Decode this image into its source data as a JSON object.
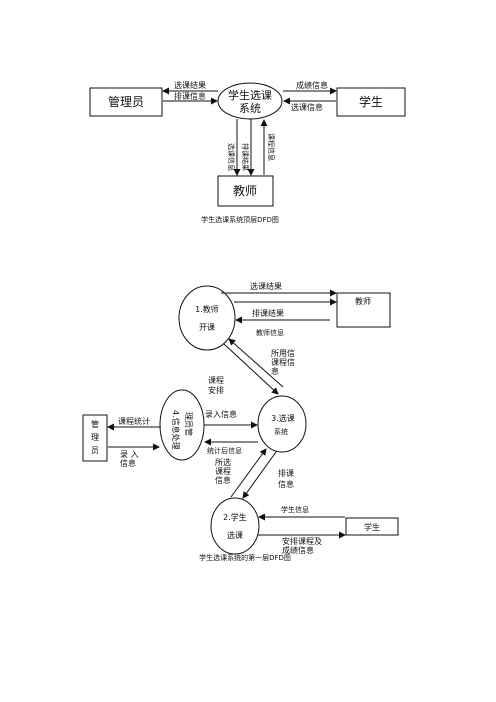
{
  "diagram1": {
    "caption": "学生选课系统顶层DFD图",
    "process": {
      "line1": "学生选课",
      "line2": "系统"
    },
    "admin": "管理员",
    "student": "学生",
    "teacher": "教师",
    "flows": {
      "result_to_admin": "选课结果",
      "schedule_from_admin": "排课信息",
      "grade_from_student": "成绩信息",
      "select_to_student": "选课信息",
      "select_down": "选课信息",
      "schedule_result_down": "排课结果",
      "course_info_up": "课程信息"
    }
  },
  "diagram2": {
    "caption": "学生选课系统的第一层DFD图",
    "p1": {
      "line1": "1.教师",
      "line2": "开课"
    },
    "p2": {
      "line1": "2.学生",
      "line2": "选课"
    },
    "p3": {
      "line1": "3.选课",
      "line2": "系统"
    },
    "p4": {
      "line1": "4.信息处理",
      "line2": "理员管"
    },
    "teacher": "教师",
    "student": "学生",
    "admin": {
      "line1": "管",
      "line2": "理",
      "line3": "员"
    },
    "flows": {
      "select_result": "选课结果",
      "schedule_result": "排课结果",
      "teacher_info": "教师信息",
      "course_info_a": "所用信",
      "course_info_b": "课程信",
      "course_info_c": "息",
      "course_arrange_a": "课程",
      "course_arrange_b": "安排",
      "course_stats": "课程统计",
      "input_info": "录入信息",
      "stat_info": "统计后信息",
      "input_a": "录 入",
      "input_b": "信息",
      "select_course_a": "所选",
      "select_course_b": "课程",
      "select_course_c": "信息",
      "schedule_info_a": "排课",
      "schedule_info_b": "信息",
      "student_info": "学生信息",
      "arranged_a": "安排课程及",
      "arranged_b": "成绩信息"
    }
  }
}
